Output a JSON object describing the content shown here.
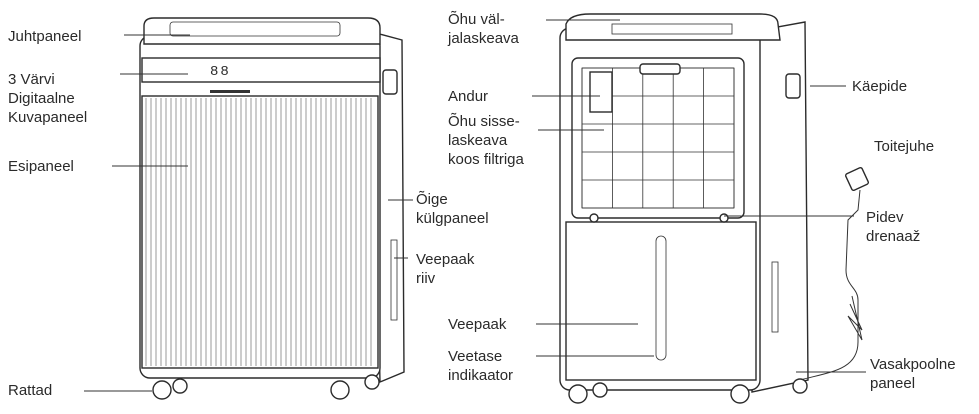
{
  "labels": {
    "juhtpaneel": "Juhtpaneel",
    "display": [
      "3 Värvi",
      "Digitaalne",
      "Kuvapaneel"
    ],
    "esipaneel": "Esipaneel",
    "oige": [
      "Õige",
      "külgpaneel"
    ],
    "veepaak_riiv": [
      "Veepaak",
      "riiv"
    ],
    "rattad": "Rattad",
    "ohu_val": [
      "Õhu väl-",
      "jalaskeava"
    ],
    "andur": "Andur",
    "ohu_sisse": [
      "Õhu sisse-",
      "laskeava",
      "koos filtriga"
    ],
    "veepaak": "Veepaak",
    "veetase": [
      "Veetase",
      "indikaator"
    ],
    "kaepide": "Käepide",
    "toitejuhe": "Toitejuhe",
    "pidev": [
      "Pidev",
      "drenaaž"
    ],
    "vasak": [
      "Vasakpoolne",
      "paneel"
    ]
  },
  "display_readout": "88"
}
